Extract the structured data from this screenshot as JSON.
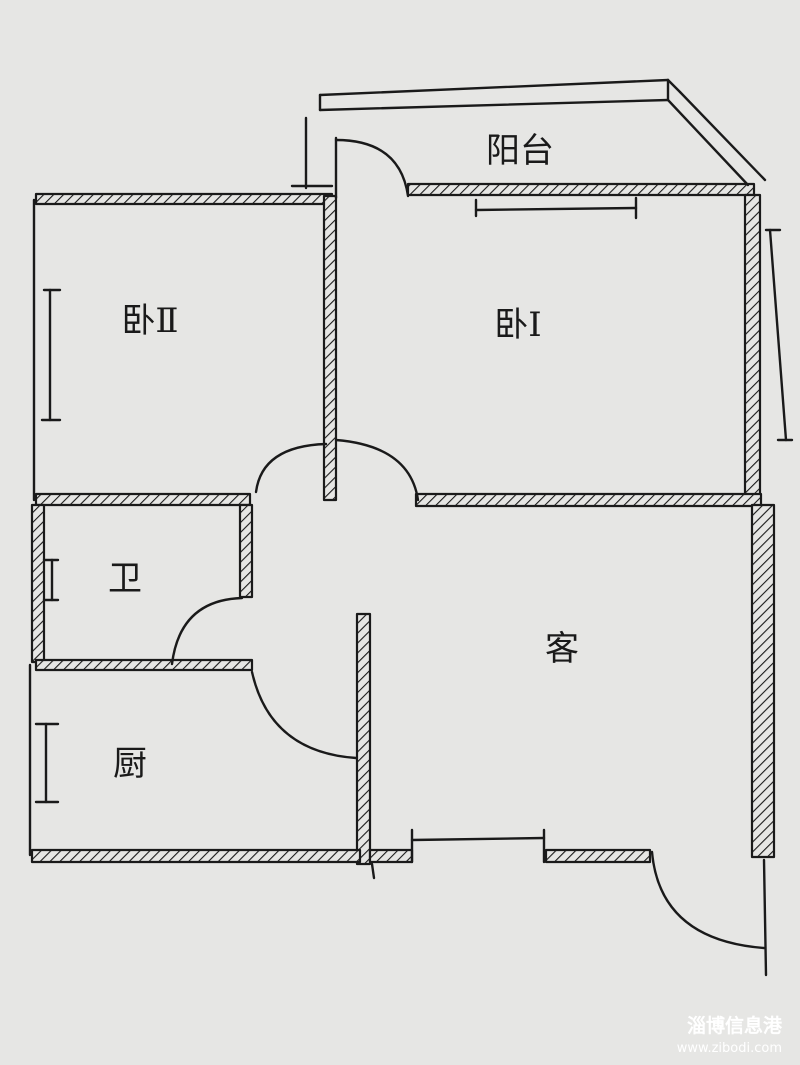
{
  "rooms": {
    "balcony": "阳台",
    "bedroom2": "卧Ⅱ",
    "bedroom1": "卧Ⅰ",
    "bathroom": "卫",
    "living": "客",
    "kitchen": "厨"
  },
  "watermark": {
    "title": "淄博信息港",
    "url": "www.zibodi.com"
  },
  "colors": {
    "paper": "#e6e6e4",
    "ink": "#1a1a1a",
    "watermark": "#ffffff"
  }
}
